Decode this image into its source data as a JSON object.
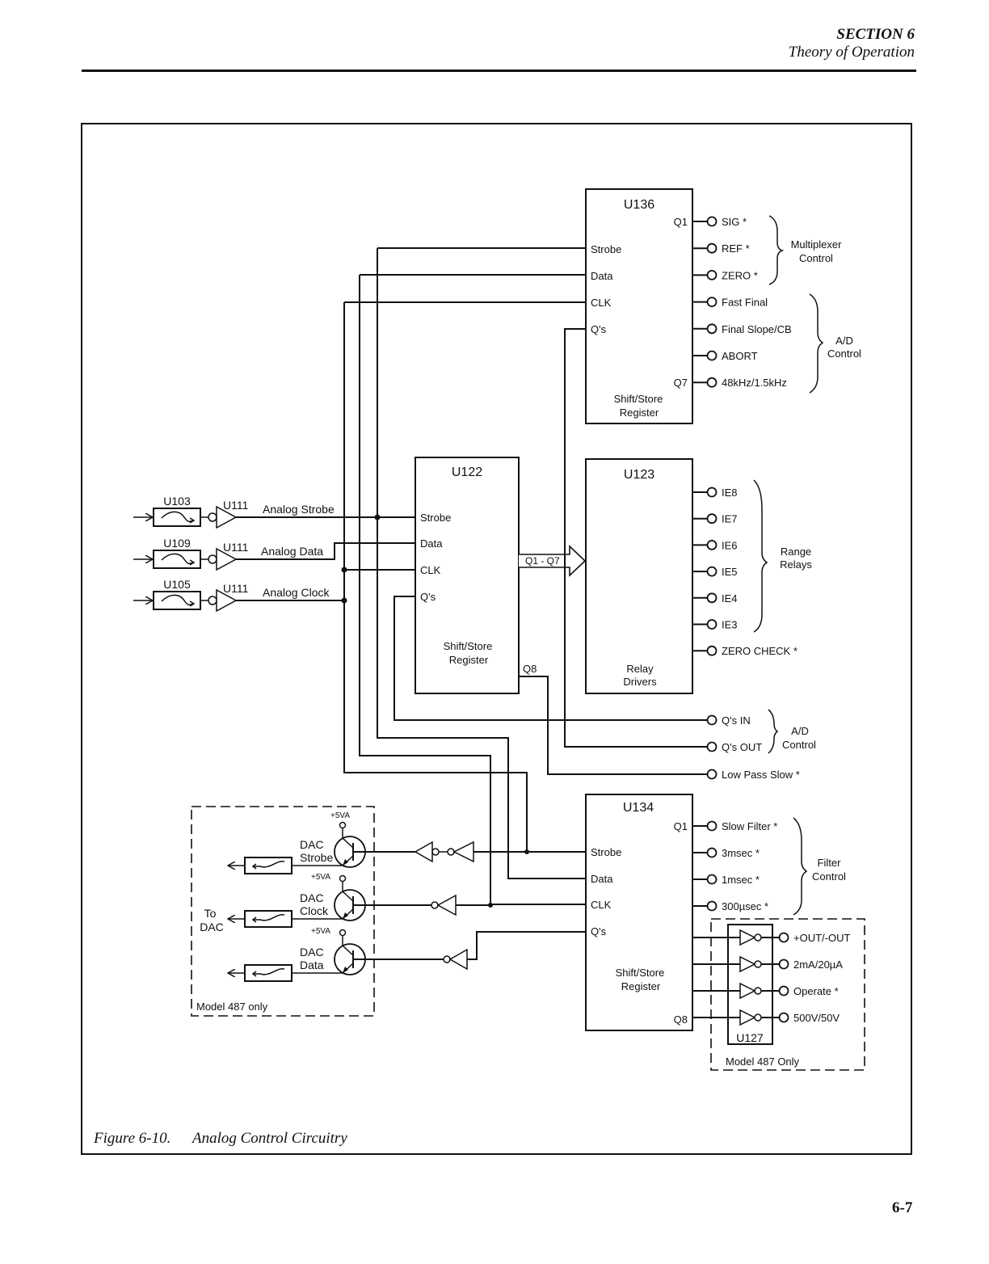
{
  "header": {
    "section": "SECTION 6",
    "subtitle": "Theory of Operation"
  },
  "figure": {
    "number": "Figure 6-10.",
    "title": "Analog Control Circuitry"
  },
  "page_number": "6-7",
  "inputs": [
    {
      "isolator": "U103",
      "buffer": "U111",
      "signal": "Analog Strobe"
    },
    {
      "isolator": "U109",
      "buffer": "U111",
      "signal": "Analog Data"
    },
    {
      "isolator": "U105",
      "buffer": "U111",
      "signal": "Analog Clock"
    }
  ],
  "chips": {
    "u136": {
      "name": "U136",
      "pins_in": [
        "Strobe",
        "Data",
        "CLK",
        "Q's"
      ],
      "first_out": "Q1",
      "last_out": "Q7",
      "function": [
        "Shift/Store",
        "Register"
      ],
      "outputs": [
        "SIG *",
        "REF *",
        "ZERO *",
        "Fast Final",
        "Final Slope/CB",
        "ABORT",
        "48kHz/1.5kHz"
      ],
      "groups": [
        {
          "label": [
            "Multiplexer",
            "Control"
          ]
        },
        {
          "label": [
            "A/D",
            "Control"
          ]
        }
      ]
    },
    "u122": {
      "name": "U122",
      "pins_in": [
        "Strobe",
        "Data",
        "CLK",
        "Q's"
      ],
      "function": [
        "Shift/Store",
        "Register"
      ],
      "bus_label": "Q1 - Q7",
      "q8": "Q8"
    },
    "u123": {
      "name": "U123",
      "function": [
        "Relay",
        "Drivers"
      ],
      "outputs": [
        "IE8",
        "IE7",
        "IE6",
        "IE5",
        "IE4",
        "IE3",
        "ZERO CHECK *"
      ],
      "group_label": [
        "Range",
        "Relays"
      ]
    },
    "u134": {
      "name": "U134",
      "pins_in": [
        "Strobe",
        "Data",
        "CLK",
        "Q's"
      ],
      "first_out": "Q1",
      "last_out": "Q8",
      "function": [
        "Shift/Store",
        "Register"
      ],
      "outputs": [
        "Slow Filter *",
        "3msec *",
        "1msec *",
        "300µsec *"
      ],
      "group_label": [
        "Filter",
        "Control"
      ]
    },
    "u127": {
      "name": "U127",
      "outputs": [
        "+OUT/-OUT",
        "2mA/20µA",
        "Operate *",
        "500V/50V"
      ],
      "box_label": "Model 487 Only"
    }
  },
  "mid_outputs": {
    "items": [
      "Q's IN",
      "Q's OUT",
      "Low Pass Slow *"
    ],
    "group_label": [
      "A/D",
      "Control"
    ]
  },
  "dac": {
    "supply": "+5VA",
    "channels": [
      [
        "DAC",
        "Strobe"
      ],
      [
        "DAC",
        "Clock"
      ],
      [
        "DAC",
        "Data"
      ]
    ],
    "destination": [
      "To",
      "DAC"
    ],
    "box_label": "Model 487 only"
  }
}
